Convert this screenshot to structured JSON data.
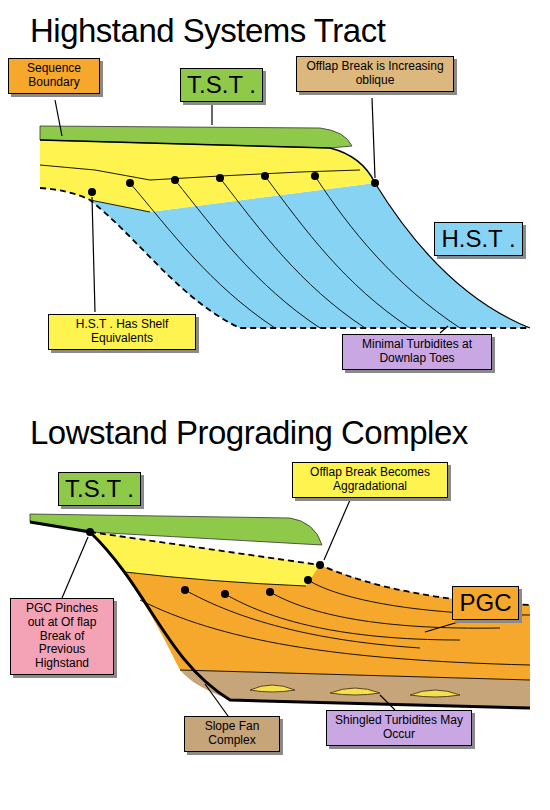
{
  "diagram": {
    "nodes": [
      {
        "text": [
          "Sequence Boundary"
        ]
      },
      {
        "text": [
          "T.S.T ."
        ]
      },
      {
        "text": [
          "Offlap Break is Increasing oblique"
        ]
      },
      {
        "text": [
          "H.S.T ."
        ]
      },
      {
        "text": [
          "H.S.T . Has Shelf Equivalents"
        ]
      },
      {
        "text": [
          "Minimal Turbidites at Downlap Toes"
        ]
      },
      {
        "text": [
          "T.S.T ."
        ]
      },
      {
        "text": [
          "Offlap Break Becomes Aggradational"
        ]
      },
      {
        "text": [
          "PGC"
        ]
      },
      {
        "text": [
          "PGC Pinches out at Of flap Break of Previous Highstand"
        ]
      },
      {
        "text": [
          "Slope Fan Complex"
        ]
      },
      {
        "text": [
          "Shingled Turbidites May Occur"
        ]
      }
    ],
    "labels": [
      "Highstand Systems Tract",
      "Lowstand Prograding Complex"
    ]
  }
}
